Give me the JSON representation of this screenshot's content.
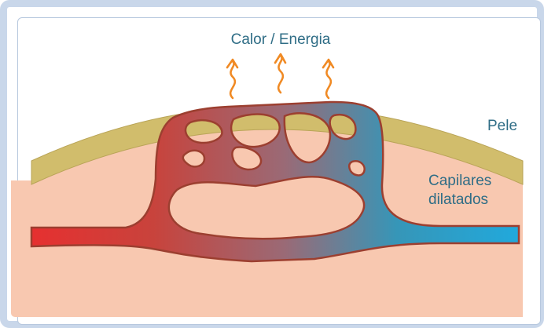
{
  "labels": {
    "heat": "Calor / Energia",
    "skin": "Pele",
    "capillaries_line1": "Capilares",
    "capillaries_line2": "dilatados"
  },
  "colors": {
    "tissue": "#f8c8b0",
    "skin": "#d1bd6c",
    "vessel_warm": "#e63030",
    "vessel_cool": "#21a9dc",
    "vessel_outline": "#9c3f30",
    "arrow": "#f08a24",
    "label": "#2f6d86",
    "frame": "#c9d7ea"
  },
  "icons": {
    "heat_arrow": "wavy-up-arrow"
  }
}
